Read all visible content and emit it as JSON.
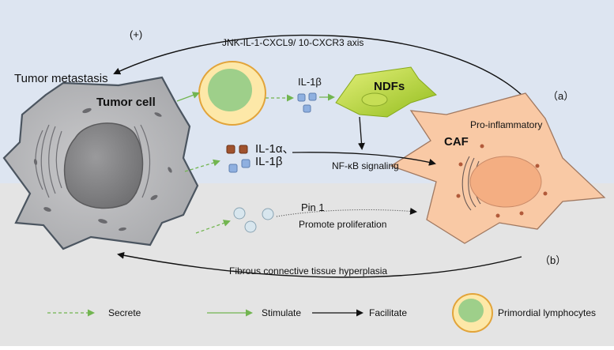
{
  "labels": {
    "plus": "(+)",
    "axis": "JNK-IL-1-CXCL9/ 10-CXCR3 axis",
    "tumor_metastasis": "Tumor metastasis",
    "tumor_cell": "Tumor cell",
    "il1b_top": "IL-1β",
    "ndfs": "NDFs",
    "a": "（a）",
    "pro_inflammatory": "Pro-inflammatory",
    "caf": "CAF",
    "il1a": "IL-1α、",
    "il1b_mid": "IL-1β",
    "nfkb": "NF-κB signaling",
    "pin1": "Pin 1",
    "promote": "Promote proliferation",
    "b": "（b）",
    "fibrous": "Fibrous connective tissue hyperplasia"
  },
  "legend": {
    "secrete": "Secrete",
    "stimulate": "Stimulate",
    "facilitate": "Facilitate",
    "primordial": "Primordial lymphocytes"
  },
  "colors": {
    "top_bg": "#dde5f1",
    "bottom_bg": "#e4e4e4",
    "tumor_cell": "#b9b9bb",
    "caf": "#f9c9a5",
    "ndf": "#b8d840",
    "lymph_outer": "#fde8a8",
    "lymph_inner": "#9ecf8a",
    "secrete_arrow": "#72b550",
    "facilitate_arrow": "#111111"
  }
}
